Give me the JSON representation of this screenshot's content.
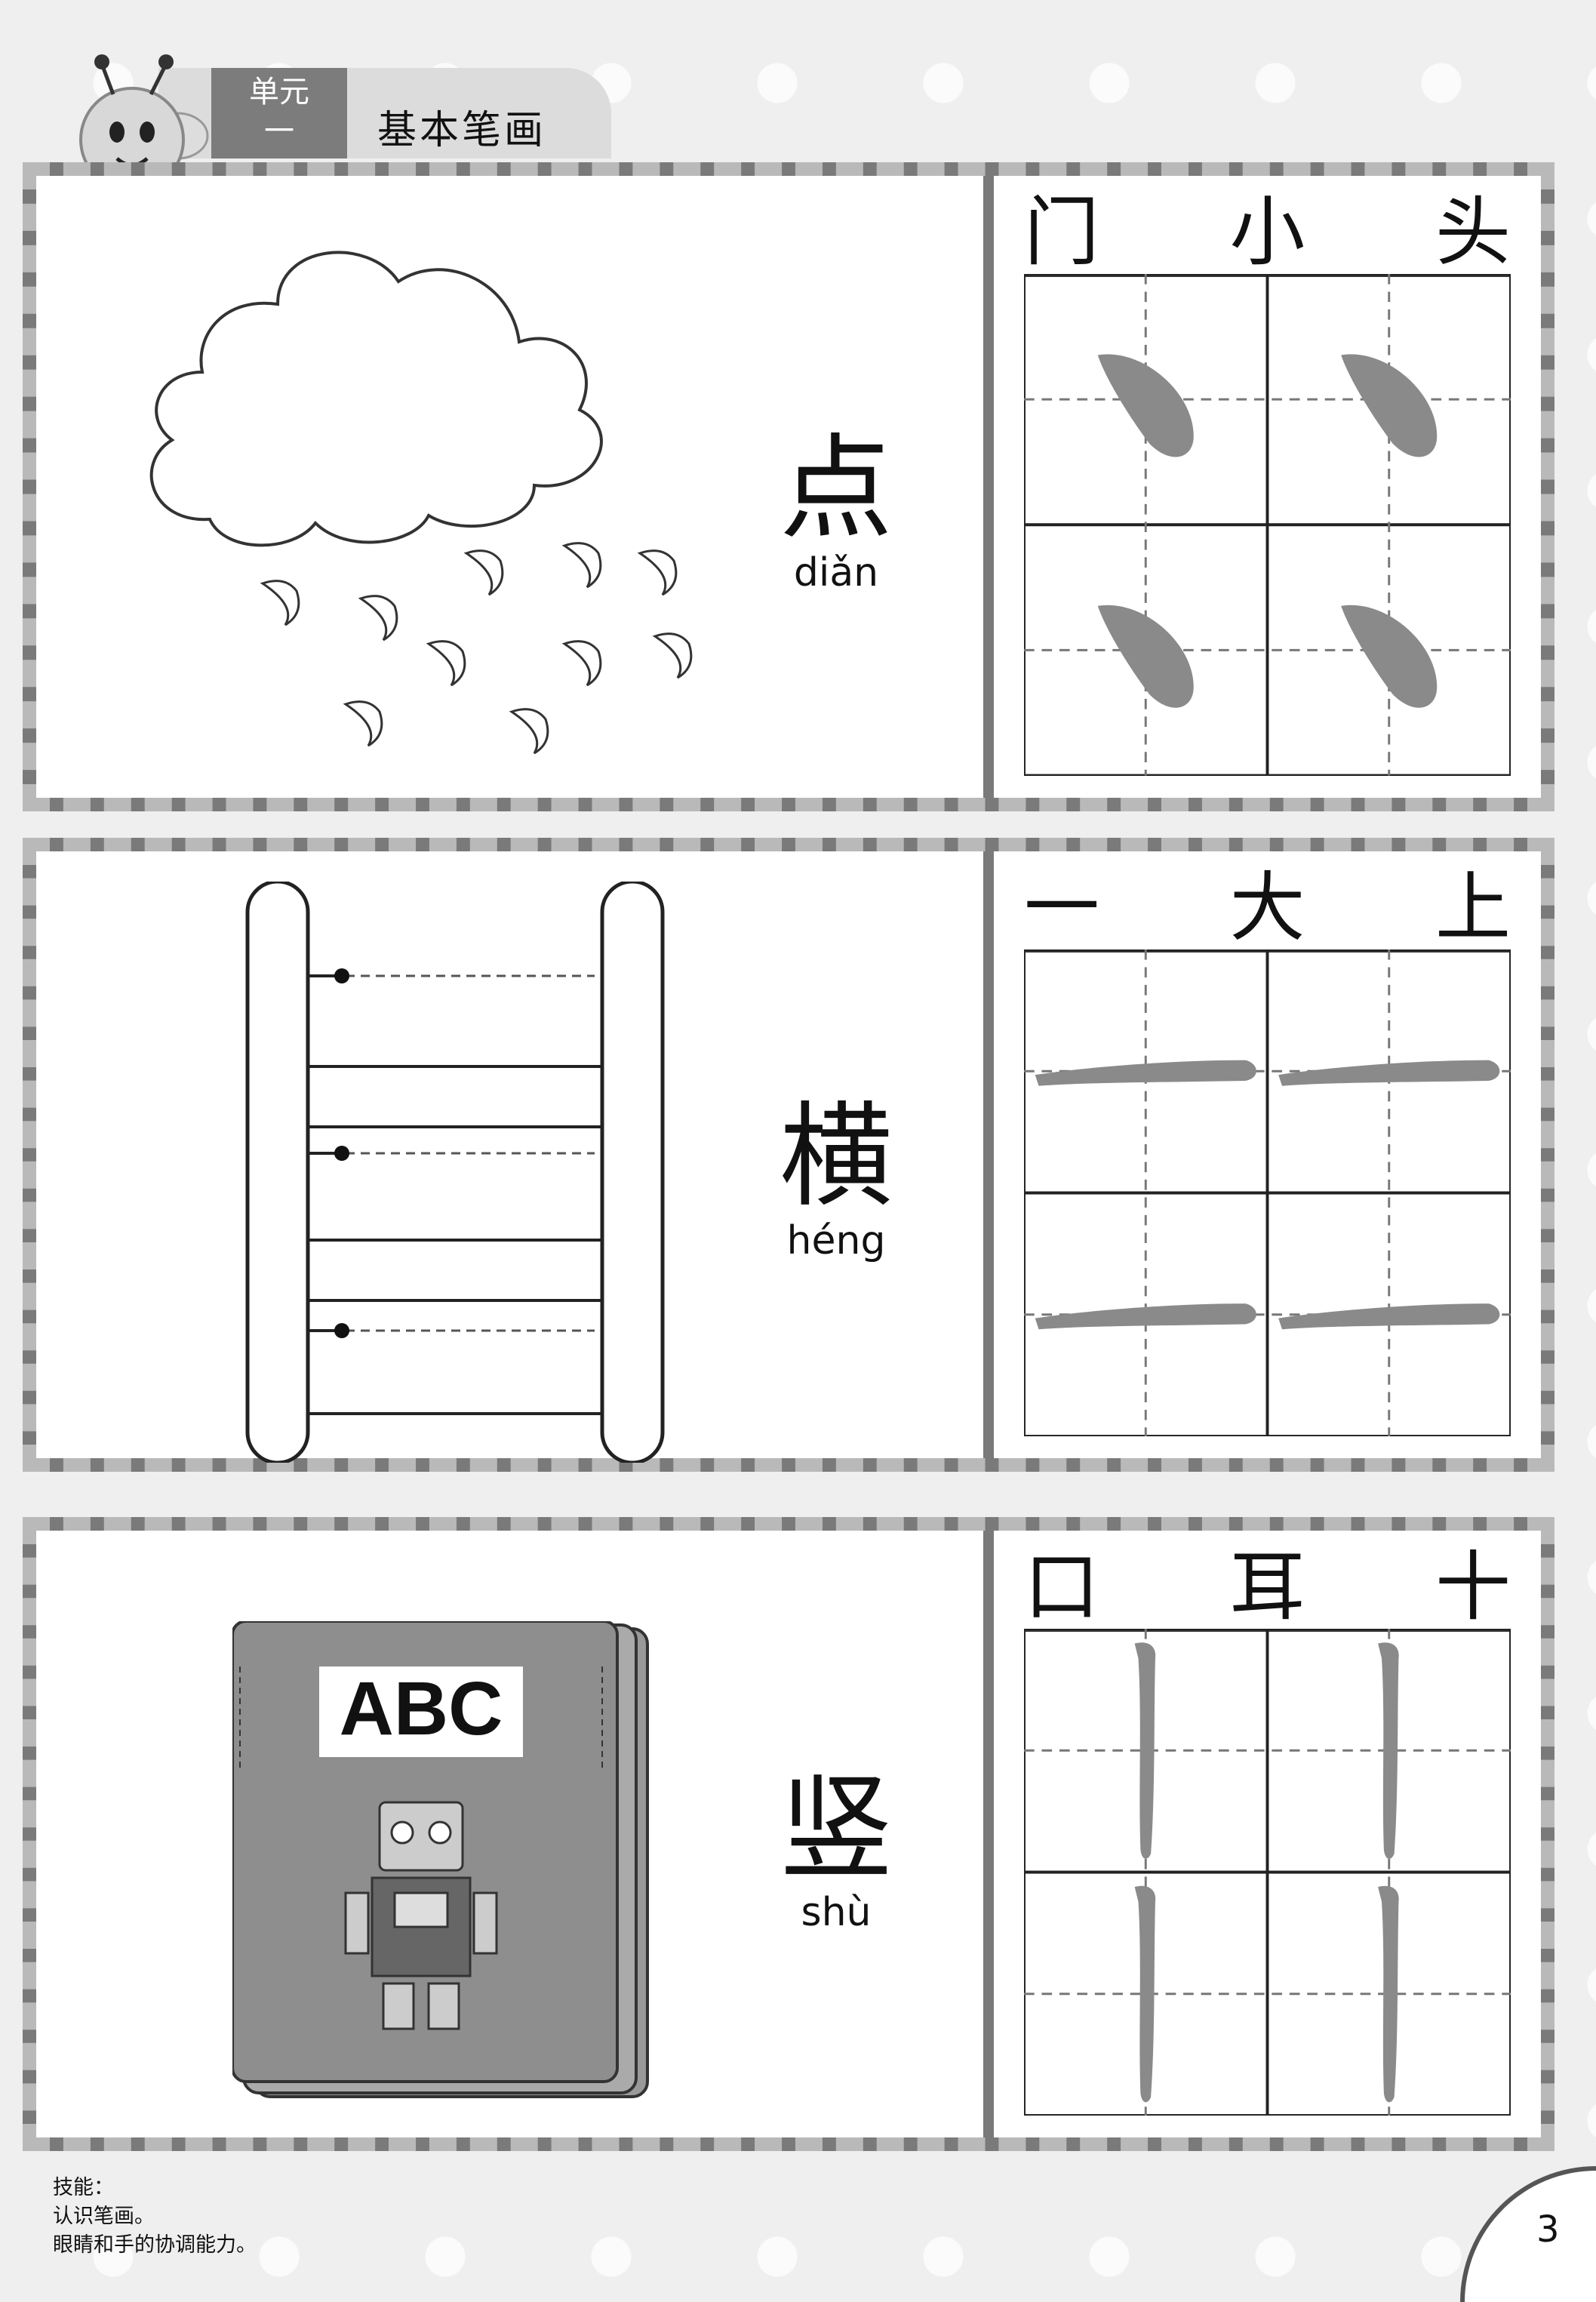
{
  "header": {
    "unit_line1": "单元",
    "unit_line2": "一",
    "title": "基本笔画"
  },
  "sections": [
    {
      "stroke": "点",
      "pinyin": "diǎn",
      "example_chars": [
        "门",
        "小",
        "头"
      ]
    },
    {
      "stroke": "横",
      "pinyin": "héng",
      "example_chars": [
        "一",
        "大",
        "上"
      ]
    },
    {
      "stroke": "竖",
      "pinyin": "shù",
      "example_chars": [
        "口",
        "耳",
        "十"
      ]
    }
  ],
  "book_label": "ABC",
  "skills": {
    "heading": "技能：",
    "line1": "认识笔画。",
    "line2": "眼睛和手的协调能力。"
  },
  "page_number": "3"
}
